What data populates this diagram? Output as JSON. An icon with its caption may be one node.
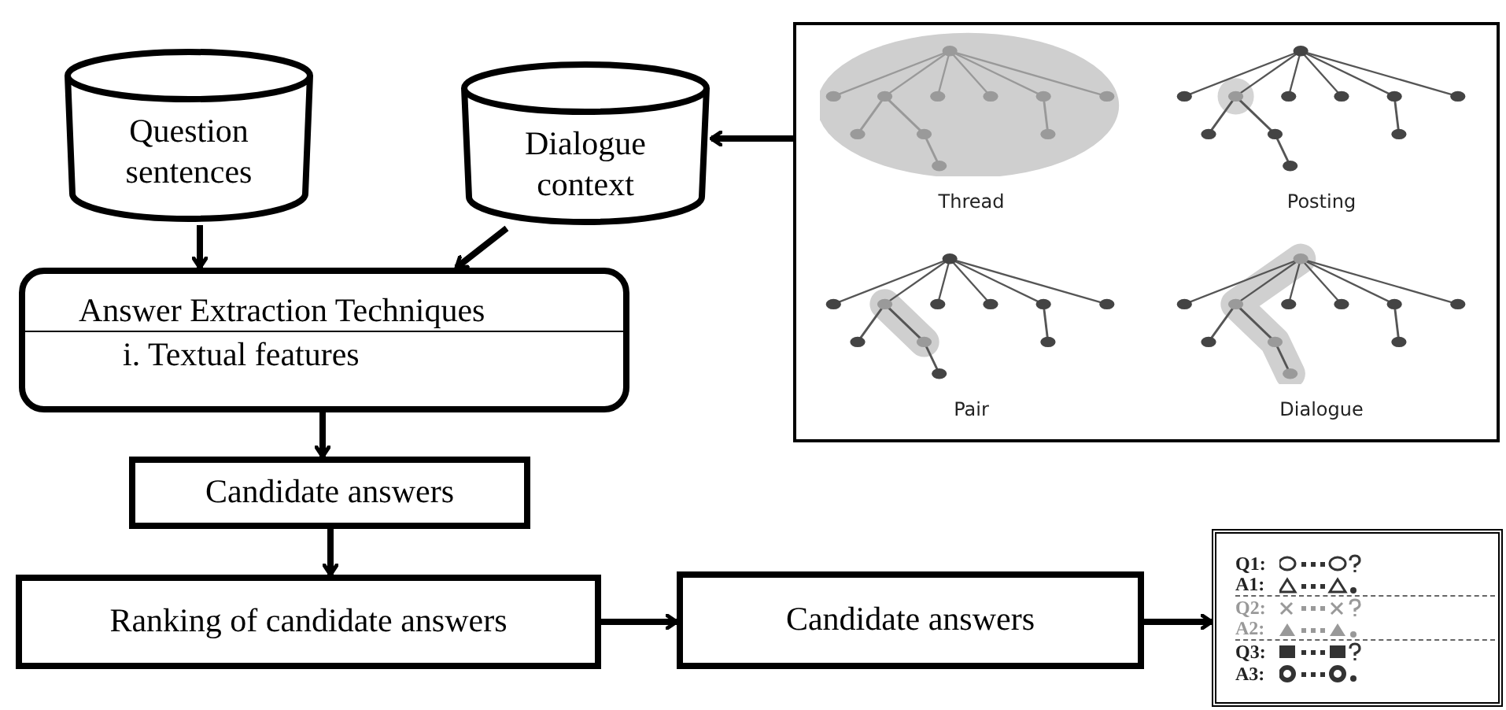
{
  "diagram": {
    "nodes": [
      {
        "text": [
          "Question sentences"
        ]
      },
      {
        "text": [
          "Dialogue context"
        ]
      },
      {
        "text": [
          "Answer Extraction Techniques",
          "i. Textual features"
        ]
      },
      {
        "text": [
          "Candidate answers"
        ]
      },
      {
        "text": [
          "Ranking of candidate answers"
        ]
      },
      {
        "text": [
          "Candidate answers"
        ]
      },
      {
        "text": [
          "Thread",
          "Posting",
          "Pair",
          "Dialogue"
        ]
      },
      {
        "text": [
          "Q1:",
          "A1:",
          "Q2:",
          "A2:",
          "Q3:",
          "A3:"
        ]
      }
    ],
    "edges": [
      {
        "from": 0,
        "to": 2,
        "arrow": "to"
      },
      {
        "from": 1,
        "to": 2,
        "arrow": "to"
      },
      {
        "from": 6,
        "to": 1,
        "arrow": "to"
      },
      {
        "from": 2,
        "to": 3,
        "arrow": "to"
      },
      {
        "from": 3,
        "to": 4,
        "arrow": "to"
      },
      {
        "from": 4,
        "to": 5,
        "arrow": "to"
      },
      {
        "from": 5,
        "to": 7,
        "arrow": "to"
      }
    ]
  }
}
